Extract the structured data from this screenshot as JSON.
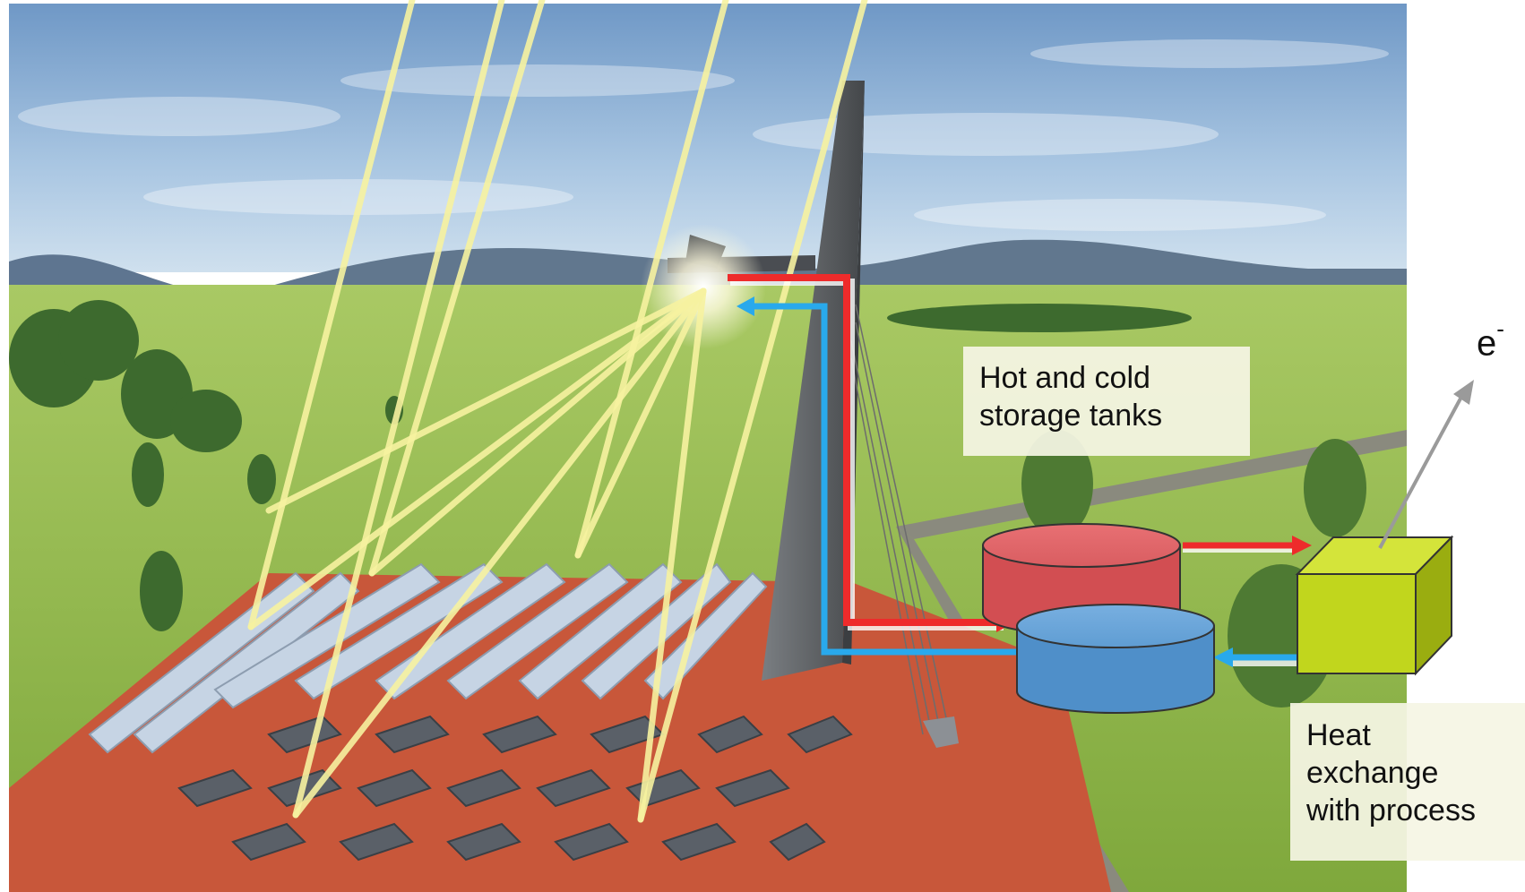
{
  "labels": {
    "storage": [
      "Hot and cold",
      "storage tanks"
    ],
    "heat_exchange": [
      "Heat",
      "exchange",
      "with process"
    ],
    "electron_base": "e",
    "electron_sup": "-"
  },
  "colors": {
    "sky": "#7fa6cf",
    "field": "#8fb64a",
    "heliostat_ground": "#c8573a",
    "hot_pipe": "#ee2b2b",
    "cold_pipe": "#29a9ec",
    "hot_tank": "#d24e52",
    "cold_tank": "#4f8fc9",
    "heat_exchanger": "#b8d11a",
    "sun_ray": "#f6f2a0",
    "tower": "#5d6063"
  }
}
